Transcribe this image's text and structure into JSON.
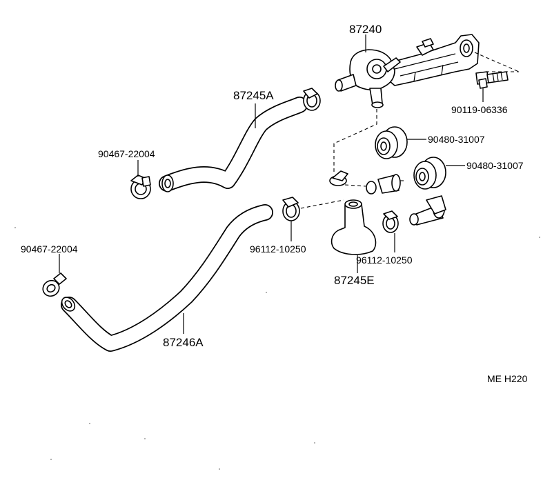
{
  "labels": {
    "water_valve": "87240",
    "bolt": "90119-06336",
    "grommet_upper": "90480-31007",
    "grommet_lower": "90480-31007",
    "hose_upper": "87245A",
    "clamp_upper_left": "90467-22004",
    "clamp_lower_left": "90467-22004",
    "hose_lower": "87246A",
    "clip_center": "96112-10250",
    "clip_right": "96112-10250",
    "hose_elbow": "87245E",
    "figure_code": "ME H220"
  }
}
